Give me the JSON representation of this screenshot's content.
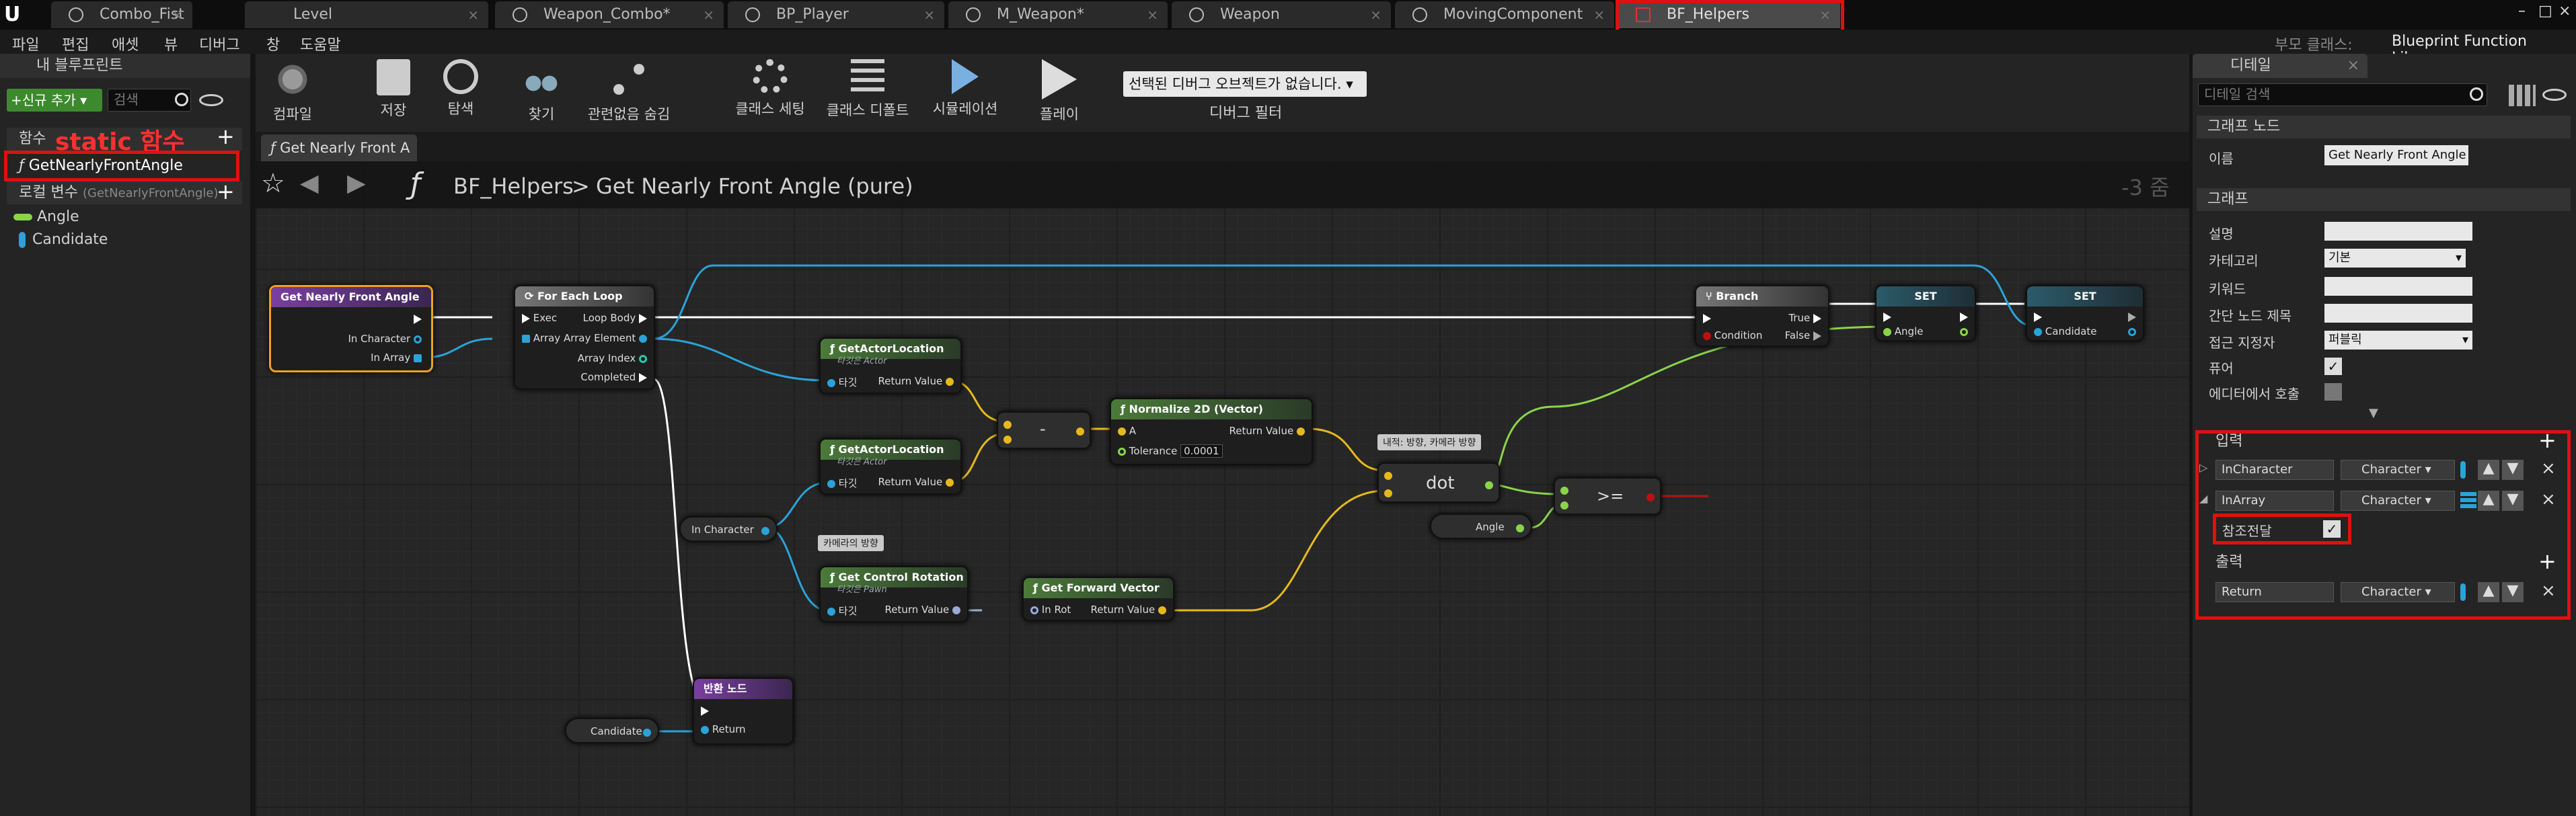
{
  "tabs": [
    {
      "label": "Combo_Fist",
      "icon": "blueprint-icon"
    },
    {
      "label": "Level",
      "icon": "level-icon"
    },
    {
      "label": "Weapon_Combo*",
      "icon": "blueprint-icon"
    },
    {
      "label": "BP_Player",
      "icon": "blueprint-icon"
    },
    {
      "label": "M_Weapon*",
      "icon": "material-icon"
    },
    {
      "label": "Weapon",
      "icon": "blueprint-icon"
    },
    {
      "label": "MovingComponent",
      "icon": "component-icon"
    },
    {
      "label": "BF_Helpers",
      "icon": "function-library-icon"
    }
  ],
  "parent_class": {
    "label": "부모 클래스:",
    "value": "Blueprint Function Library"
  },
  "menu": [
    "파일",
    "편집",
    "애셋",
    "뷰",
    "디버그",
    "창",
    "도움말"
  ],
  "my_blueprint": {
    "title": "내 블루프린트",
    "add_new": "+신규 추가 ▾",
    "search_placeholder": "검색",
    "functions_label": "함수",
    "annotation": "static 함수",
    "function_item": "GetNearlyFrontAngle",
    "local_vars_label": "로컬 변수",
    "local_vars_scope": "(GetNearlyFrontAngle)",
    "vars": [
      "Angle",
      "Candidate"
    ]
  },
  "toolbar": {
    "buttons": [
      "컴파일",
      "저장",
      "탐색",
      "찾기",
      "관련없음 숨김",
      "클래스 세팅",
      "클래스 디폴트",
      "시뮬레이션",
      "플레이"
    ],
    "debug_select": "선택된 디버그 오브젝트가 없습니다.",
    "debug_filter": "디버그 필터"
  },
  "graph": {
    "tab": "Get Nearly Front A",
    "breadcrumb_root": "BF_Helpers",
    "breadcrumb_sep": ">",
    "breadcrumb_func": "Get Nearly Front Angle (pure)",
    "zoom": "-3 줌",
    "nodes": {
      "entry": {
        "title": "Get Nearly Front Angle",
        "pins": [
          "In Character",
          "In Array"
        ]
      },
      "foreach": {
        "title": "For Each Loop",
        "pins": [
          "Exec",
          "Array",
          "Loop Body",
          "Array Element",
          "Array Index",
          "Completed"
        ]
      },
      "getloc1": {
        "title": "GetActorLocation",
        "sub": "타깃은 Actor",
        "in": "타깃",
        "out": "Return Value"
      },
      "getloc2": {
        "title": "GetActorLocation",
        "sub": "타깃은 Actor",
        "in": "타깃",
        "out": "Return Value"
      },
      "minus": {
        "title": "-"
      },
      "normalize": {
        "title": "Normalize 2D (Vector)",
        "pins": [
          "A",
          "Tolerance",
          "Return Value"
        ],
        "tolerance": "0.0001"
      },
      "comment1": "카메라의 방향",
      "comment2": "내적: 방향, 카메라 방향",
      "getrot": {
        "title": "Get Control Rotation",
        "sub": "타깃은 Pawn",
        "in": "타깃",
        "out": "Return Value"
      },
      "getfwd": {
        "title": "Get Forward Vector",
        "in": "In Rot",
        "out": "Return Value"
      },
      "incharvar": "In Character",
      "dot": "dot",
      "gte": ">=",
      "anglevar": "Angle",
      "branch": {
        "title": "Branch",
        "pins": [
          "Condition",
          "True",
          "False"
        ]
      },
      "set1": {
        "title": "SET",
        "pin": "Angle"
      },
      "set2": {
        "title": "SET",
        "pin": "Candidate"
      },
      "ret": {
        "title": "반환 노드",
        "pin": "Return"
      },
      "candvar": "Candidate"
    }
  },
  "details": {
    "title": "디테일",
    "search_placeholder": "디테일 검색",
    "graph_node": "그래프 노드",
    "name_label": "이름",
    "name_value": "Get Nearly Front Angle",
    "graph": "그래프",
    "rows": [
      {
        "label": "설명",
        "value": ""
      },
      {
        "label": "카테고리",
        "value": "기본"
      },
      {
        "label": "키워드",
        "value": ""
      },
      {
        "label": "간단 노드 제목",
        "value": ""
      },
      {
        "label": "접근 지정자",
        "value": "퍼블릭"
      },
      {
        "label": "퓨어",
        "value": "checked"
      },
      {
        "label": "에디터에서 호출",
        "value": "unchecked"
      }
    ],
    "inputs_label": "입력",
    "inputs": [
      {
        "name": "InCharacter",
        "type": "Character"
      },
      {
        "name": "InArray",
        "type": "Character"
      }
    ],
    "by_ref_label": "참조전달",
    "outputs_label": "출력",
    "outputs": [
      {
        "name": "Return",
        "type": "Character"
      }
    ]
  }
}
